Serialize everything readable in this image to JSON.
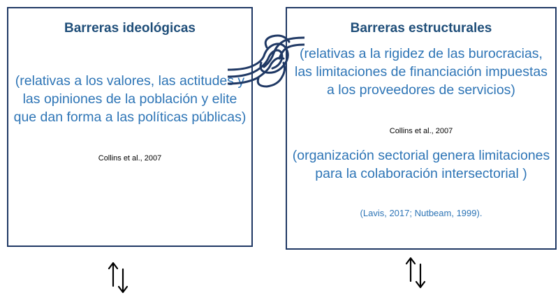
{
  "left_box": {
    "title": "Barreras ideológicas",
    "description": "(relativas a los valores, las actitudes y las opiniones de la población y elite que dan forma a las políticas públicas)",
    "citation": "Collins et al., 2007"
  },
  "right_box": {
    "title": "Barreras estructurales",
    "description_1": "(relativas a la rigidez de las burocracias, las limitaciones de financiación impuestas a los proveedores de servicios)",
    "citation_1": "Collins et al., 2007",
    "description_2": "(organización sectorial genera limitaciones para la colaboración intersectorial )",
    "citation_2": "(Lavis, 2017; Nutbeam, 1999)."
  },
  "icons": {
    "connector": "knot-icon",
    "left_arrows": "up-down-arrows-icon",
    "right_arrows": "up-down-arrows-icon"
  },
  "colors": {
    "border": "#1f3864",
    "title": "#1f4e79",
    "body": "#2e75b6"
  }
}
